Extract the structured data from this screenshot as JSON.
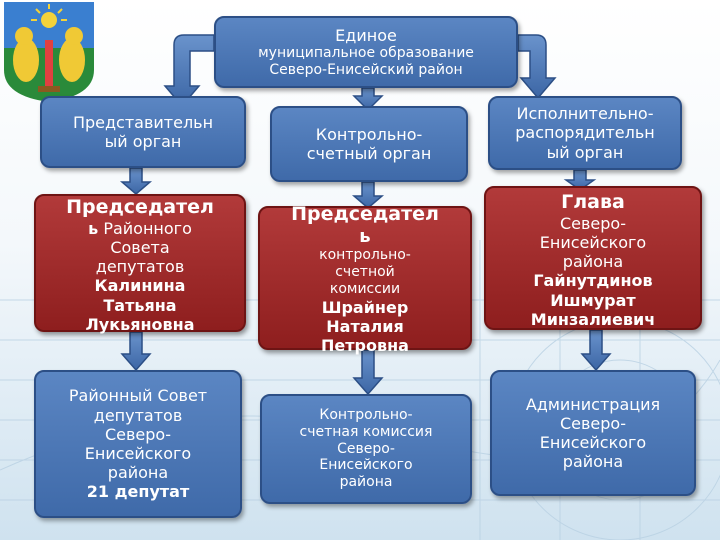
{
  "top": {
    "line1": "Единое",
    "line2": "муниципальное образование",
    "line3": "Северо-Енисейский район"
  },
  "organs": {
    "representative": {
      "line1": "Представительн",
      "line2": "ый орган"
    },
    "control": {
      "line1": "Контрольно-",
      "line2": "счетный орган"
    },
    "executive": {
      "line1": "Исполнительно-",
      "line2": "распорядительн",
      "line3": "ый орган"
    }
  },
  "heads": {
    "left": {
      "line1": "Председател",
      "line2a": "ь",
      "line2b": " Районного",
      "line3": "Совета",
      "line4": "депутатов",
      "line5": "Калинина",
      "line6": "Татьяна",
      "line7": "Лукьяновна"
    },
    "middle": {
      "line1": "Председател",
      "line2": "ь",
      "line3": "контрольно-",
      "line4": "счетной",
      "line5": "комиссии",
      "line6": "Шрайнер",
      "line7": "Наталия",
      "line8": "Петровна"
    },
    "right": {
      "line1": "Глава",
      "line2": "Северо-",
      "line3": "Енисейского",
      "line4": "района",
      "line5": "Гайнутдинов",
      "line6": "Ишмурат",
      "line7": "Минзалиевич"
    }
  },
  "bodies": {
    "council": {
      "line1": "Районный Совет",
      "line2": "депутатов",
      "line3": "Северо-",
      "line4": "Енисейского",
      "line5": "района",
      "line6": "21 депутат"
    },
    "commission": {
      "line1": "Контрольно-",
      "line2": "счетная комиссия",
      "line3": "Северо-",
      "line4": "Енисейского",
      "line5": "района"
    },
    "administration": {
      "line1": "Администрация",
      "line2": "Северо-",
      "line3": "Енисейского",
      "line4": "района"
    }
  },
  "colors": {
    "blue_box": "#4a76b6",
    "red_box": "#a02a2a",
    "arrow": "#3f6aa9"
  }
}
